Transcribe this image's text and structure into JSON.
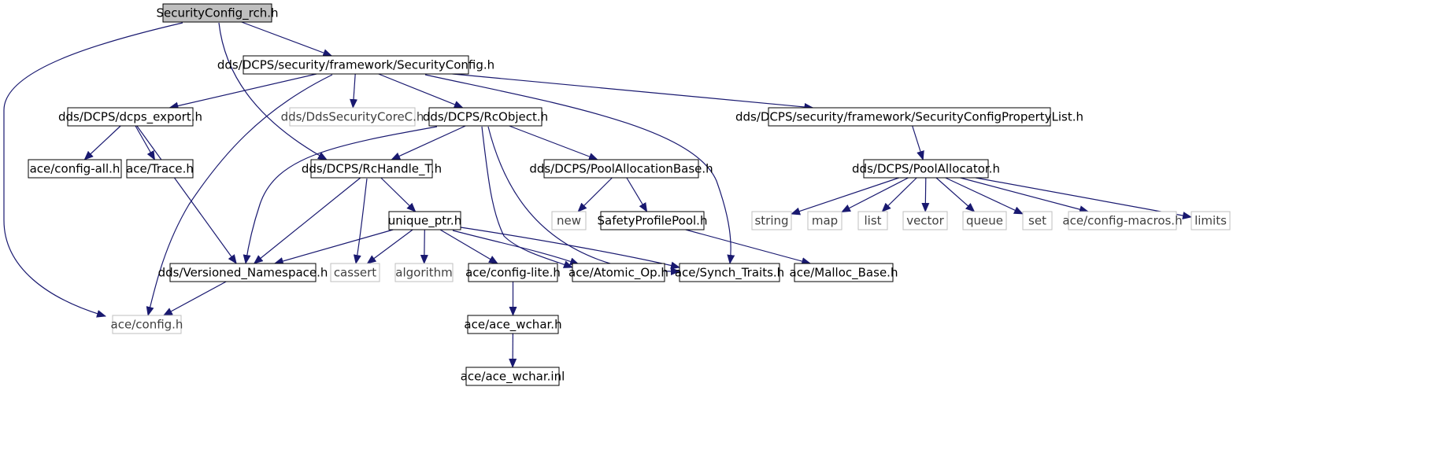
{
  "colors": {
    "edge": "#191970",
    "root_fill": "#bfbfbf",
    "node_border": "#000000",
    "missing_border": "#bfbfbf",
    "text": "#000000",
    "missing_text": "#404040"
  },
  "nodes": [
    {
      "id": "root",
      "label": "SecurityConfig_rch.h",
      "kind": "root"
    },
    {
      "id": "secconfig",
      "label": "dds/DCPS/security/framework/SecurityConfig.h",
      "kind": "normal"
    },
    {
      "id": "dcps_export",
      "label": "dds/DCPS/dcps_export.h",
      "kind": "normal"
    },
    {
      "id": "ddssec",
      "label": "dds/DdsSecurityCoreC.h",
      "kind": "missing"
    },
    {
      "id": "rcobject",
      "label": "dds/DCPS/RcObject.h",
      "kind": "normal"
    },
    {
      "id": "proplist",
      "label": "dds/DCPS/security/framework/SecurityConfigPropertyList.h",
      "kind": "normal"
    },
    {
      "id": "configall",
      "label": "ace/config-all.h",
      "kind": "normal"
    },
    {
      "id": "trace",
      "label": "ace/Trace.h",
      "kind": "normal"
    },
    {
      "id": "rchandle",
      "label": "dds/DCPS/RcHandle_T.h",
      "kind": "normal"
    },
    {
      "id": "poolalloc_base",
      "label": "dds/DCPS/PoolAllocationBase.h",
      "kind": "normal"
    },
    {
      "id": "poolallocator",
      "label": "dds/DCPS/PoolAllocator.h",
      "kind": "normal"
    },
    {
      "id": "unique_ptr",
      "label": "unique_ptr.h",
      "kind": "normal"
    },
    {
      "id": "new",
      "label": "new",
      "kind": "missing"
    },
    {
      "id": "safety",
      "label": "SafetyProfilePool.h",
      "kind": "normal"
    },
    {
      "id": "string",
      "label": "string",
      "kind": "missing"
    },
    {
      "id": "map",
      "label": "map",
      "kind": "missing"
    },
    {
      "id": "list",
      "label": "list",
      "kind": "missing"
    },
    {
      "id": "vector",
      "label": "vector",
      "kind": "missing"
    },
    {
      "id": "queue",
      "label": "queue",
      "kind": "missing"
    },
    {
      "id": "set",
      "label": "set",
      "kind": "missing"
    },
    {
      "id": "configmacros",
      "label": "ace/config-macros.h",
      "kind": "missing"
    },
    {
      "id": "limits",
      "label": "limits",
      "kind": "missing"
    },
    {
      "id": "versioned",
      "label": "dds/Versioned_Namespace.h",
      "kind": "normal"
    },
    {
      "id": "cassert",
      "label": "cassert",
      "kind": "missing"
    },
    {
      "id": "algorithm",
      "label": "algorithm",
      "kind": "missing"
    },
    {
      "id": "configlite",
      "label": "ace/config-lite.h",
      "kind": "normal"
    },
    {
      "id": "atomic",
      "label": "ace/Atomic_Op.h",
      "kind": "normal"
    },
    {
      "id": "synch",
      "label": "ace/Synch_Traits.h",
      "kind": "normal"
    },
    {
      "id": "malloc",
      "label": "ace/Malloc_Base.h",
      "kind": "normal"
    },
    {
      "id": "config",
      "label": "ace/config.h",
      "kind": "missing"
    },
    {
      "id": "wchar_h",
      "label": "ace/ace_wchar.h",
      "kind": "normal"
    },
    {
      "id": "wchar_inl",
      "label": "ace/ace_wchar.inl",
      "kind": "normal"
    }
  ],
  "edges": [
    {
      "from": "root",
      "to": "secconfig"
    },
    {
      "from": "root",
      "to": "rchandle"
    },
    {
      "from": "root",
      "to": "config"
    },
    {
      "from": "secconfig",
      "to": "dcps_export"
    },
    {
      "from": "secconfig",
      "to": "ddssec"
    },
    {
      "from": "secconfig",
      "to": "rcobject"
    },
    {
      "from": "secconfig",
      "to": "proplist"
    },
    {
      "from": "secconfig",
      "to": "synch"
    },
    {
      "from": "secconfig",
      "to": "config"
    },
    {
      "from": "dcps_export",
      "to": "configall"
    },
    {
      "from": "dcps_export",
      "to": "trace"
    },
    {
      "from": "dcps_export",
      "to": "versioned"
    },
    {
      "from": "rcobject",
      "to": "rchandle"
    },
    {
      "from": "rcobject",
      "to": "poolalloc_base"
    },
    {
      "from": "rcobject",
      "to": "versioned"
    },
    {
      "from": "rcobject",
      "to": "atomic"
    },
    {
      "from": "rcobject",
      "to": "synch"
    },
    {
      "from": "proplist",
      "to": "poolallocator"
    },
    {
      "from": "rchandle",
      "to": "unique_ptr"
    },
    {
      "from": "rchandle",
      "to": "versioned"
    },
    {
      "from": "rchandle",
      "to": "cassert"
    },
    {
      "from": "poolalloc_base",
      "to": "new"
    },
    {
      "from": "poolalloc_base",
      "to": "safety"
    },
    {
      "from": "safety",
      "to": "malloc"
    },
    {
      "from": "poolallocator",
      "to": "string"
    },
    {
      "from": "poolallocator",
      "to": "map"
    },
    {
      "from": "poolallocator",
      "to": "list"
    },
    {
      "from": "poolallocator",
      "to": "vector"
    },
    {
      "from": "poolallocator",
      "to": "queue"
    },
    {
      "from": "poolallocator",
      "to": "set"
    },
    {
      "from": "poolallocator",
      "to": "configmacros"
    },
    {
      "from": "poolallocator",
      "to": "limits"
    },
    {
      "from": "unique_ptr",
      "to": "versioned"
    },
    {
      "from": "unique_ptr",
      "to": "cassert"
    },
    {
      "from": "unique_ptr",
      "to": "algorithm"
    },
    {
      "from": "unique_ptr",
      "to": "configlite"
    },
    {
      "from": "unique_ptr",
      "to": "atomic"
    },
    {
      "from": "unique_ptr",
      "to": "synch"
    },
    {
      "from": "versioned",
      "to": "config"
    },
    {
      "from": "configlite",
      "to": "wchar_h"
    },
    {
      "from": "wchar_h",
      "to": "wchar_inl"
    }
  ]
}
